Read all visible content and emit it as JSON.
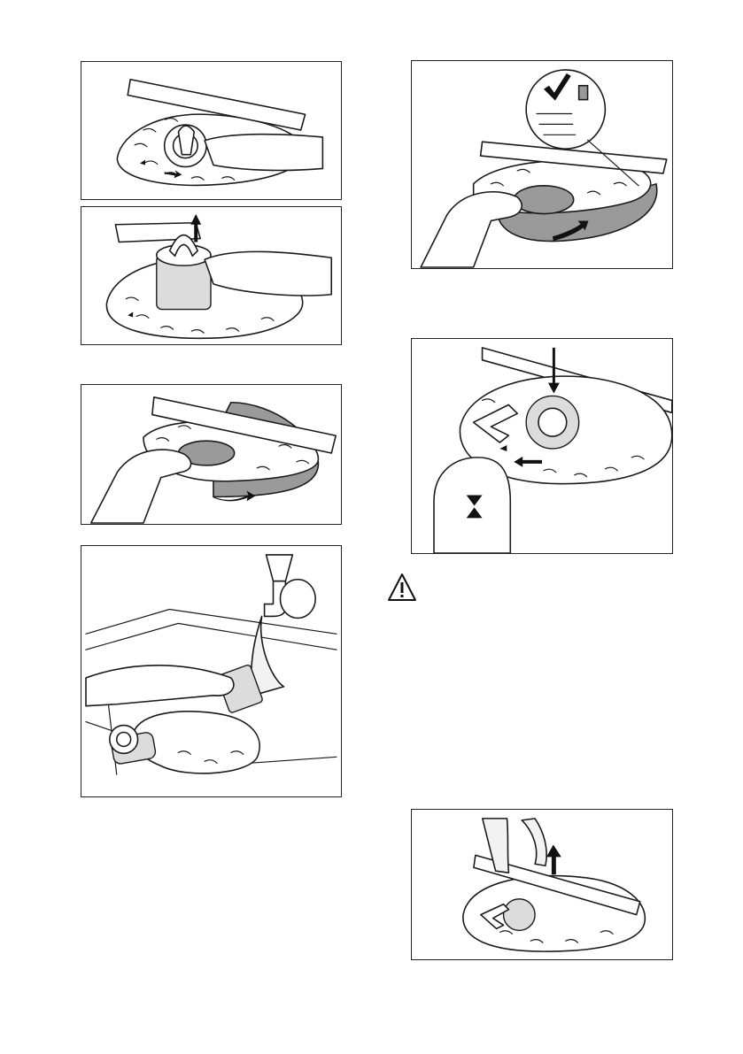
{
  "document": {
    "panels": [
      {
        "id": "step-1",
        "illustration": "rotate-filter-counterclockwise"
      },
      {
        "id": "step-2",
        "illustration": "lift-filter-out"
      },
      {
        "id": "step-3",
        "illustration": "remove-flat-filter"
      },
      {
        "id": "step-4",
        "illustration": "rinse-filters-under-tap"
      },
      {
        "id": "step-5",
        "illustration": "refit-flat-filter-with-check"
      },
      {
        "id": "step-6",
        "illustration": "reinsert-and-lock-filter"
      },
      {
        "id": "step-7",
        "illustration": "check-filter-seated"
      }
    ],
    "warning": {
      "icon": "warning-triangle-icon"
    }
  }
}
